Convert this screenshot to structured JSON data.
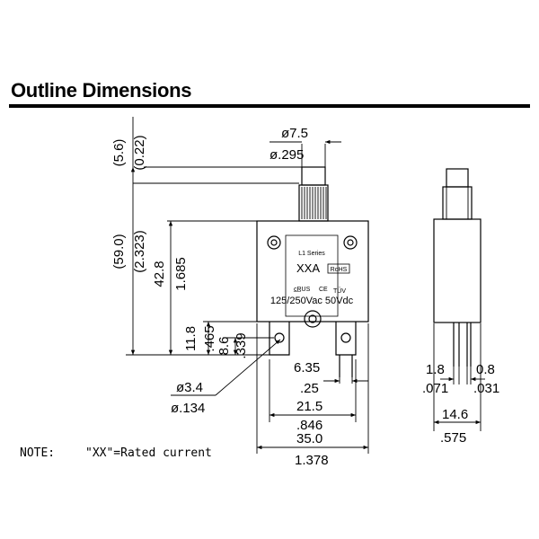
{
  "title": "Outline Dimensions",
  "front_view": {
    "button_diameter": [
      "ø7.5",
      "ø.295"
    ],
    "button_height": [
      "(5.6)",
      "(0.22)"
    ],
    "overall_height": [
      "(59.0)",
      "(2.323)"
    ],
    "body_height": [
      "42.8",
      "1.685"
    ],
    "terminal_offset_a": [
      "11.8",
      ".465"
    ],
    "terminal_offset_b": [
      "8.6",
      ".339"
    ],
    "hole_diameter": [
      "ø3.4",
      "ø.134"
    ],
    "terminal_width": [
      "6.35",
      ".25"
    ],
    "terminal_spacing": [
      "21.5",
      ".846"
    ],
    "body_width": [
      "35.0",
      "1.378"
    ]
  },
  "label": {
    "series": "L1 Series",
    "rating": "XXA",
    "rohs": "RoHS",
    "ul_mark": "c̲R̲US",
    "ce_mark": "CE",
    "tuv": "TÜV",
    "voltage": "125/250Vac 50Vdc"
  },
  "side_view": {
    "terminal_thickness_a": [
      "1.8",
      ".071"
    ],
    "terminal_thickness_b": [
      "0.8",
      ".031"
    ],
    "depth": [
      "14.6",
      ".575"
    ]
  },
  "note": {
    "prefix": "NOTE:",
    "text": "\"XX\"=Rated current"
  }
}
